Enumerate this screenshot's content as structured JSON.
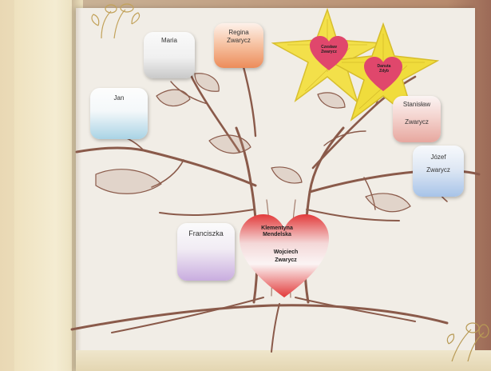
{
  "cards": {
    "maria": {
      "label": "Maria"
    },
    "regina": {
      "first": "Regina",
      "last": "Zwarycz"
    },
    "jan": {
      "label": "Jan"
    },
    "stanislaw": {
      "first": "Stanisław",
      "last": "Zwarycz"
    },
    "jozef": {
      "first": "Józef",
      "last": "Zwarycz"
    },
    "franciszka": {
      "label": "Franciszka"
    }
  },
  "star_hearts": {
    "left": {
      "first": "Czesław",
      "last": "Zwarycz"
    },
    "right": {
      "first": "Danuta",
      "last": "Zdyb"
    }
  },
  "main_heart": {
    "line1": "Klementyna",
    "line2": "Mendelska",
    "line3": "Wojciech",
    "line4": "Zwarycz"
  },
  "colors": {
    "paper": "#f1ede6",
    "tree_brown": "#8a5a4a",
    "star_yellow": "#f3e04a",
    "heart_pink": "#e0476c",
    "heart_red": "#e23a3a",
    "regina_orange": "#ec8c5a",
    "jan_blue": "#a9d3e5",
    "jozef_blue": "#a7c3e8",
    "stanislaw_red": "#e7a79f",
    "franciszka_purple": "#c9addf"
  }
}
